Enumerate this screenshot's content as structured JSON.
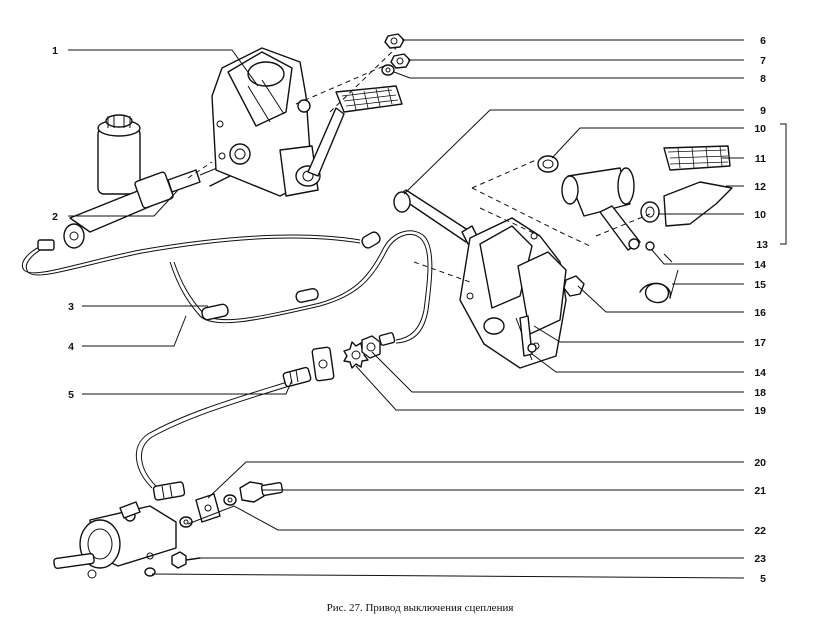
{
  "caption": "Рис. 27. Привод выключения сцепления",
  "callouts": [
    "1",
    "2",
    "3",
    "4",
    "5",
    "6",
    "7",
    "8",
    "9",
    "10",
    "11",
    "12",
    "10",
    "13",
    "14",
    "15",
    "16",
    "17",
    "14",
    "18",
    "19",
    "20",
    "21",
    "22",
    "23",
    "5"
  ]
}
